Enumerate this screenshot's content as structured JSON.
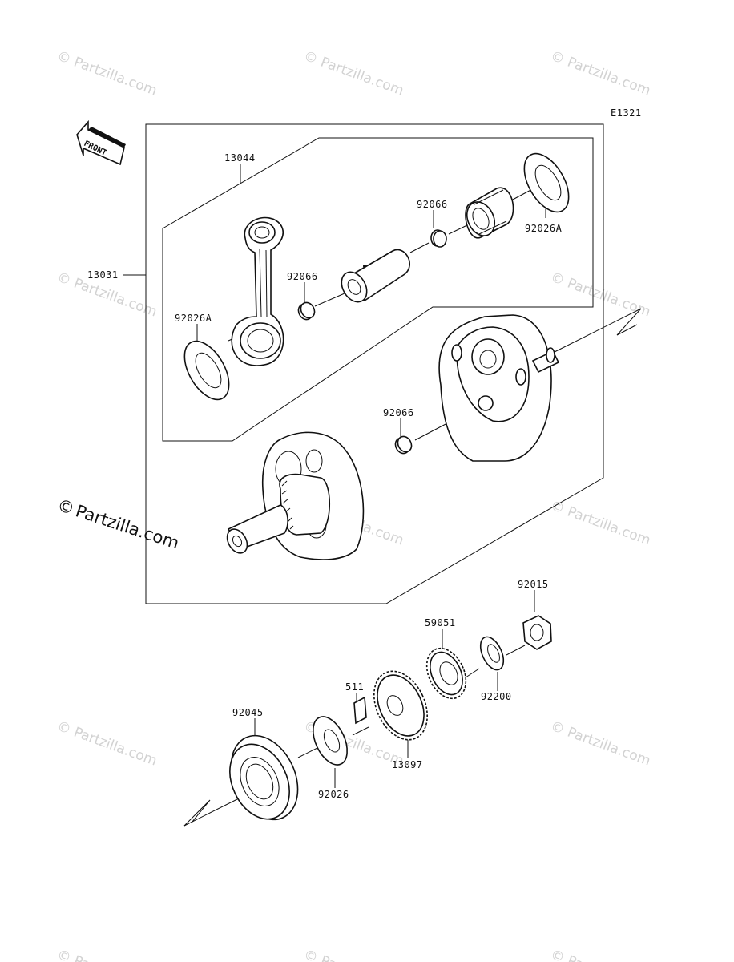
{
  "diagram": {
    "code": "E1321",
    "front_label": "FRONT",
    "labels": {
      "assembly": "13031",
      "rod_kit": "13044",
      "needle_bearing_top": "92066",
      "spacer_right": "92026A",
      "bearing_mid": "92066",
      "spacer_left": "92026A",
      "bearing_low": "92066",
      "nut": "92015",
      "gear_small": "59051",
      "washer_lock": "92200",
      "key": "511",
      "gear_large": "13097",
      "ball_bearing": "92045",
      "washer": "92026"
    }
  },
  "watermarks": {
    "small": "© Partzilla.com",
    "large_copyright": "©",
    "large_text": "Partzilla.com"
  }
}
